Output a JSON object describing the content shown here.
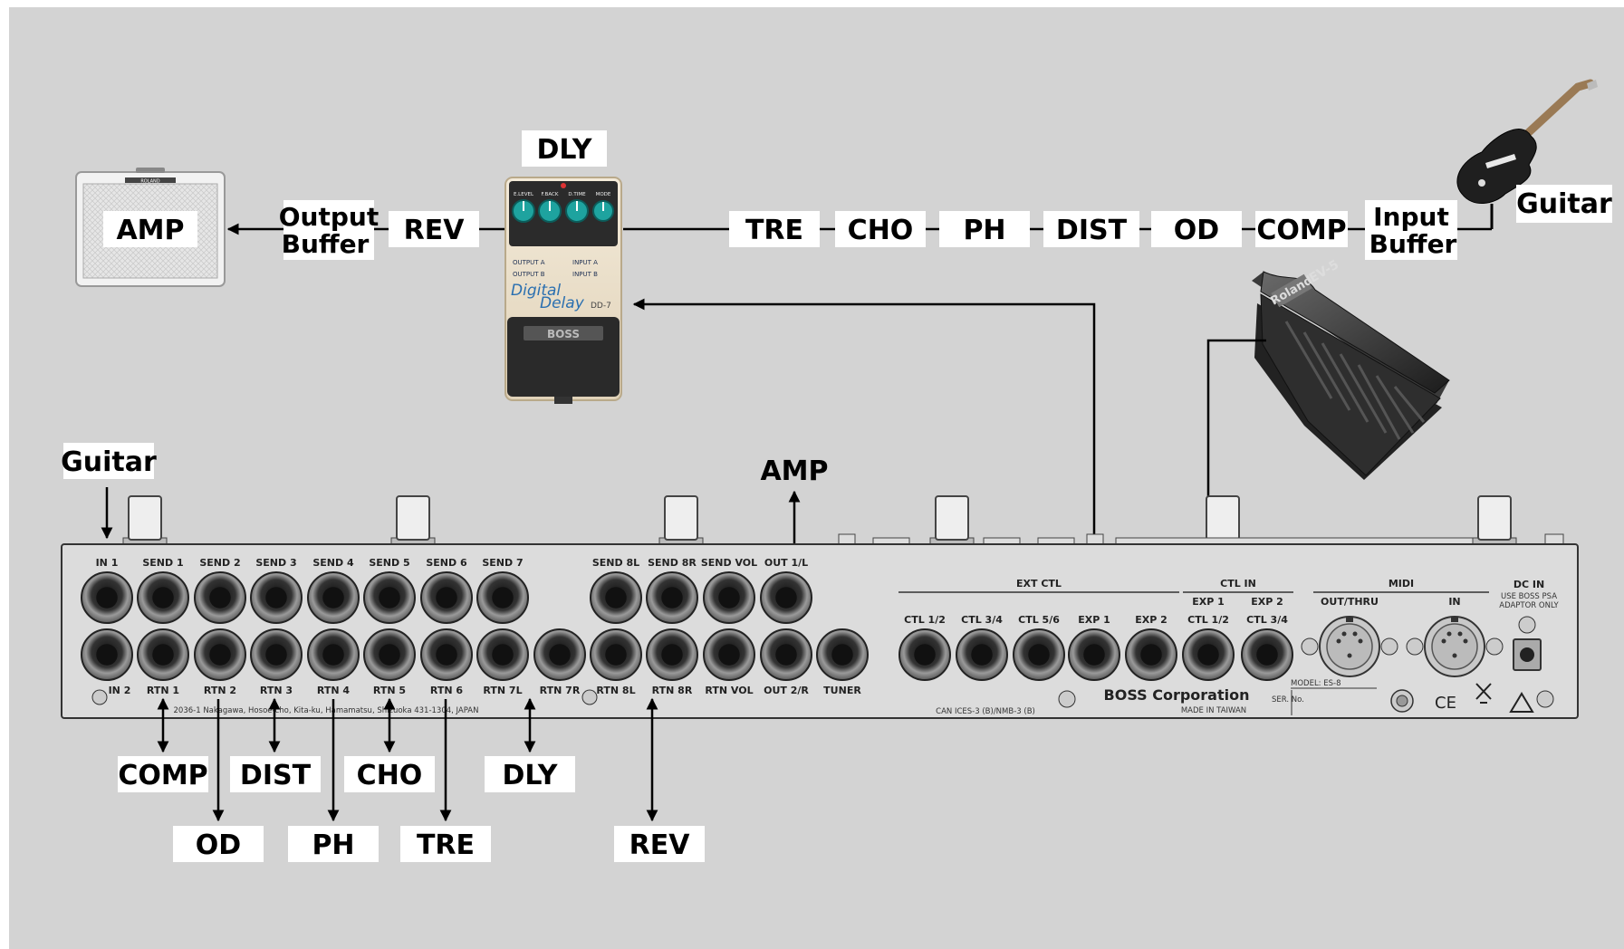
{
  "signal_chain": {
    "amp": "AMP",
    "output_buffer": [
      "Output",
      "Buffer"
    ],
    "rev": "REV",
    "dly": "DLY",
    "tre": "TRE",
    "cho": "CHO",
    "ph": "PH",
    "dist": "DIST",
    "od": "OD",
    "comp": "COMP",
    "input_buffer": [
      "Input",
      "Buffer"
    ],
    "guitar": "Guitar"
  },
  "unit_labels": {
    "guitar": "Guitar",
    "amp": "AMP",
    "comp": "COMP",
    "dist": "DIST",
    "cho": "CHO",
    "dly": "DLY",
    "od": "OD",
    "ph": "PH",
    "tre": "TRE",
    "rev": "REV"
  },
  "pedal": {
    "name_line1": "Digital",
    "name_line2": "Delay",
    "model": "DD-7",
    "brand": "BOSS",
    "knobs": [
      "E.LEVEL",
      "F.BACK",
      "D.TIME",
      "MODE"
    ],
    "jacks_left": [
      "OUTPUT A",
      "OUTPUT B"
    ],
    "jacks_right": [
      "INPUT A",
      "INPUT B"
    ]
  },
  "expression_pedal": {
    "brand": "Roland",
    "model": "EV-5"
  },
  "amp_brand": "ROLAND",
  "panel": {
    "top_jacks": [
      "IN 1",
      "SEND 1",
      "SEND 2",
      "SEND 3",
      "SEND 4",
      "SEND 5",
      "SEND 6",
      "SEND 7",
      "SEND 8L",
      "SEND 8R",
      "SEND VOL",
      "OUT 1/L"
    ],
    "bottom_jacks": [
      "IN 2",
      "RTN 1",
      "RTN 2",
      "RTN 3",
      "RTN 4",
      "RTN 5",
      "RTN 6",
      "RTN 7L",
      "RTN 7R",
      "RTN 8L",
      "RTN 8R",
      "RTN VOL",
      "OUT 2/R",
      "TUNER"
    ],
    "ext_ctl": {
      "header": "EXT CTL",
      "jacks": [
        "CTL 1/2",
        "CTL 3/4",
        "CTL 5/6",
        "EXP 1",
        "EXP 2"
      ]
    },
    "ctl_in": {
      "header": "CTL IN",
      "top": [
        "EXP 1",
        "EXP 2"
      ],
      "jacks": [
        "CTL 1/2",
        "CTL 3/4"
      ]
    },
    "midi": {
      "header": "MIDI",
      "out": "OUT/THRU",
      "in": "IN"
    },
    "dc_in": {
      "header": "DC IN",
      "note1": "USE BOSS PSA",
      "note2": "ADAPTOR ONLY"
    },
    "company": "BOSS Corporation",
    "made_in": "MADE IN TAIWAN",
    "address": "2036-1 Nakagawa, Hosoe-cho, Kita-ku, Hamamatsu, Shizuoka 431-1304, JAPAN",
    "certification": "CAN ICES-3 (B)/NMB-3 (B)",
    "model": "MODEL: ES-8",
    "ser": "SER. No."
  },
  "colors": {
    "background": "#d3d3d3",
    "outer": "#ffffff",
    "label_box": "#ffffff",
    "line": "#000000",
    "panel": "#dcdcdc",
    "knob": "#1ea39f"
  }
}
